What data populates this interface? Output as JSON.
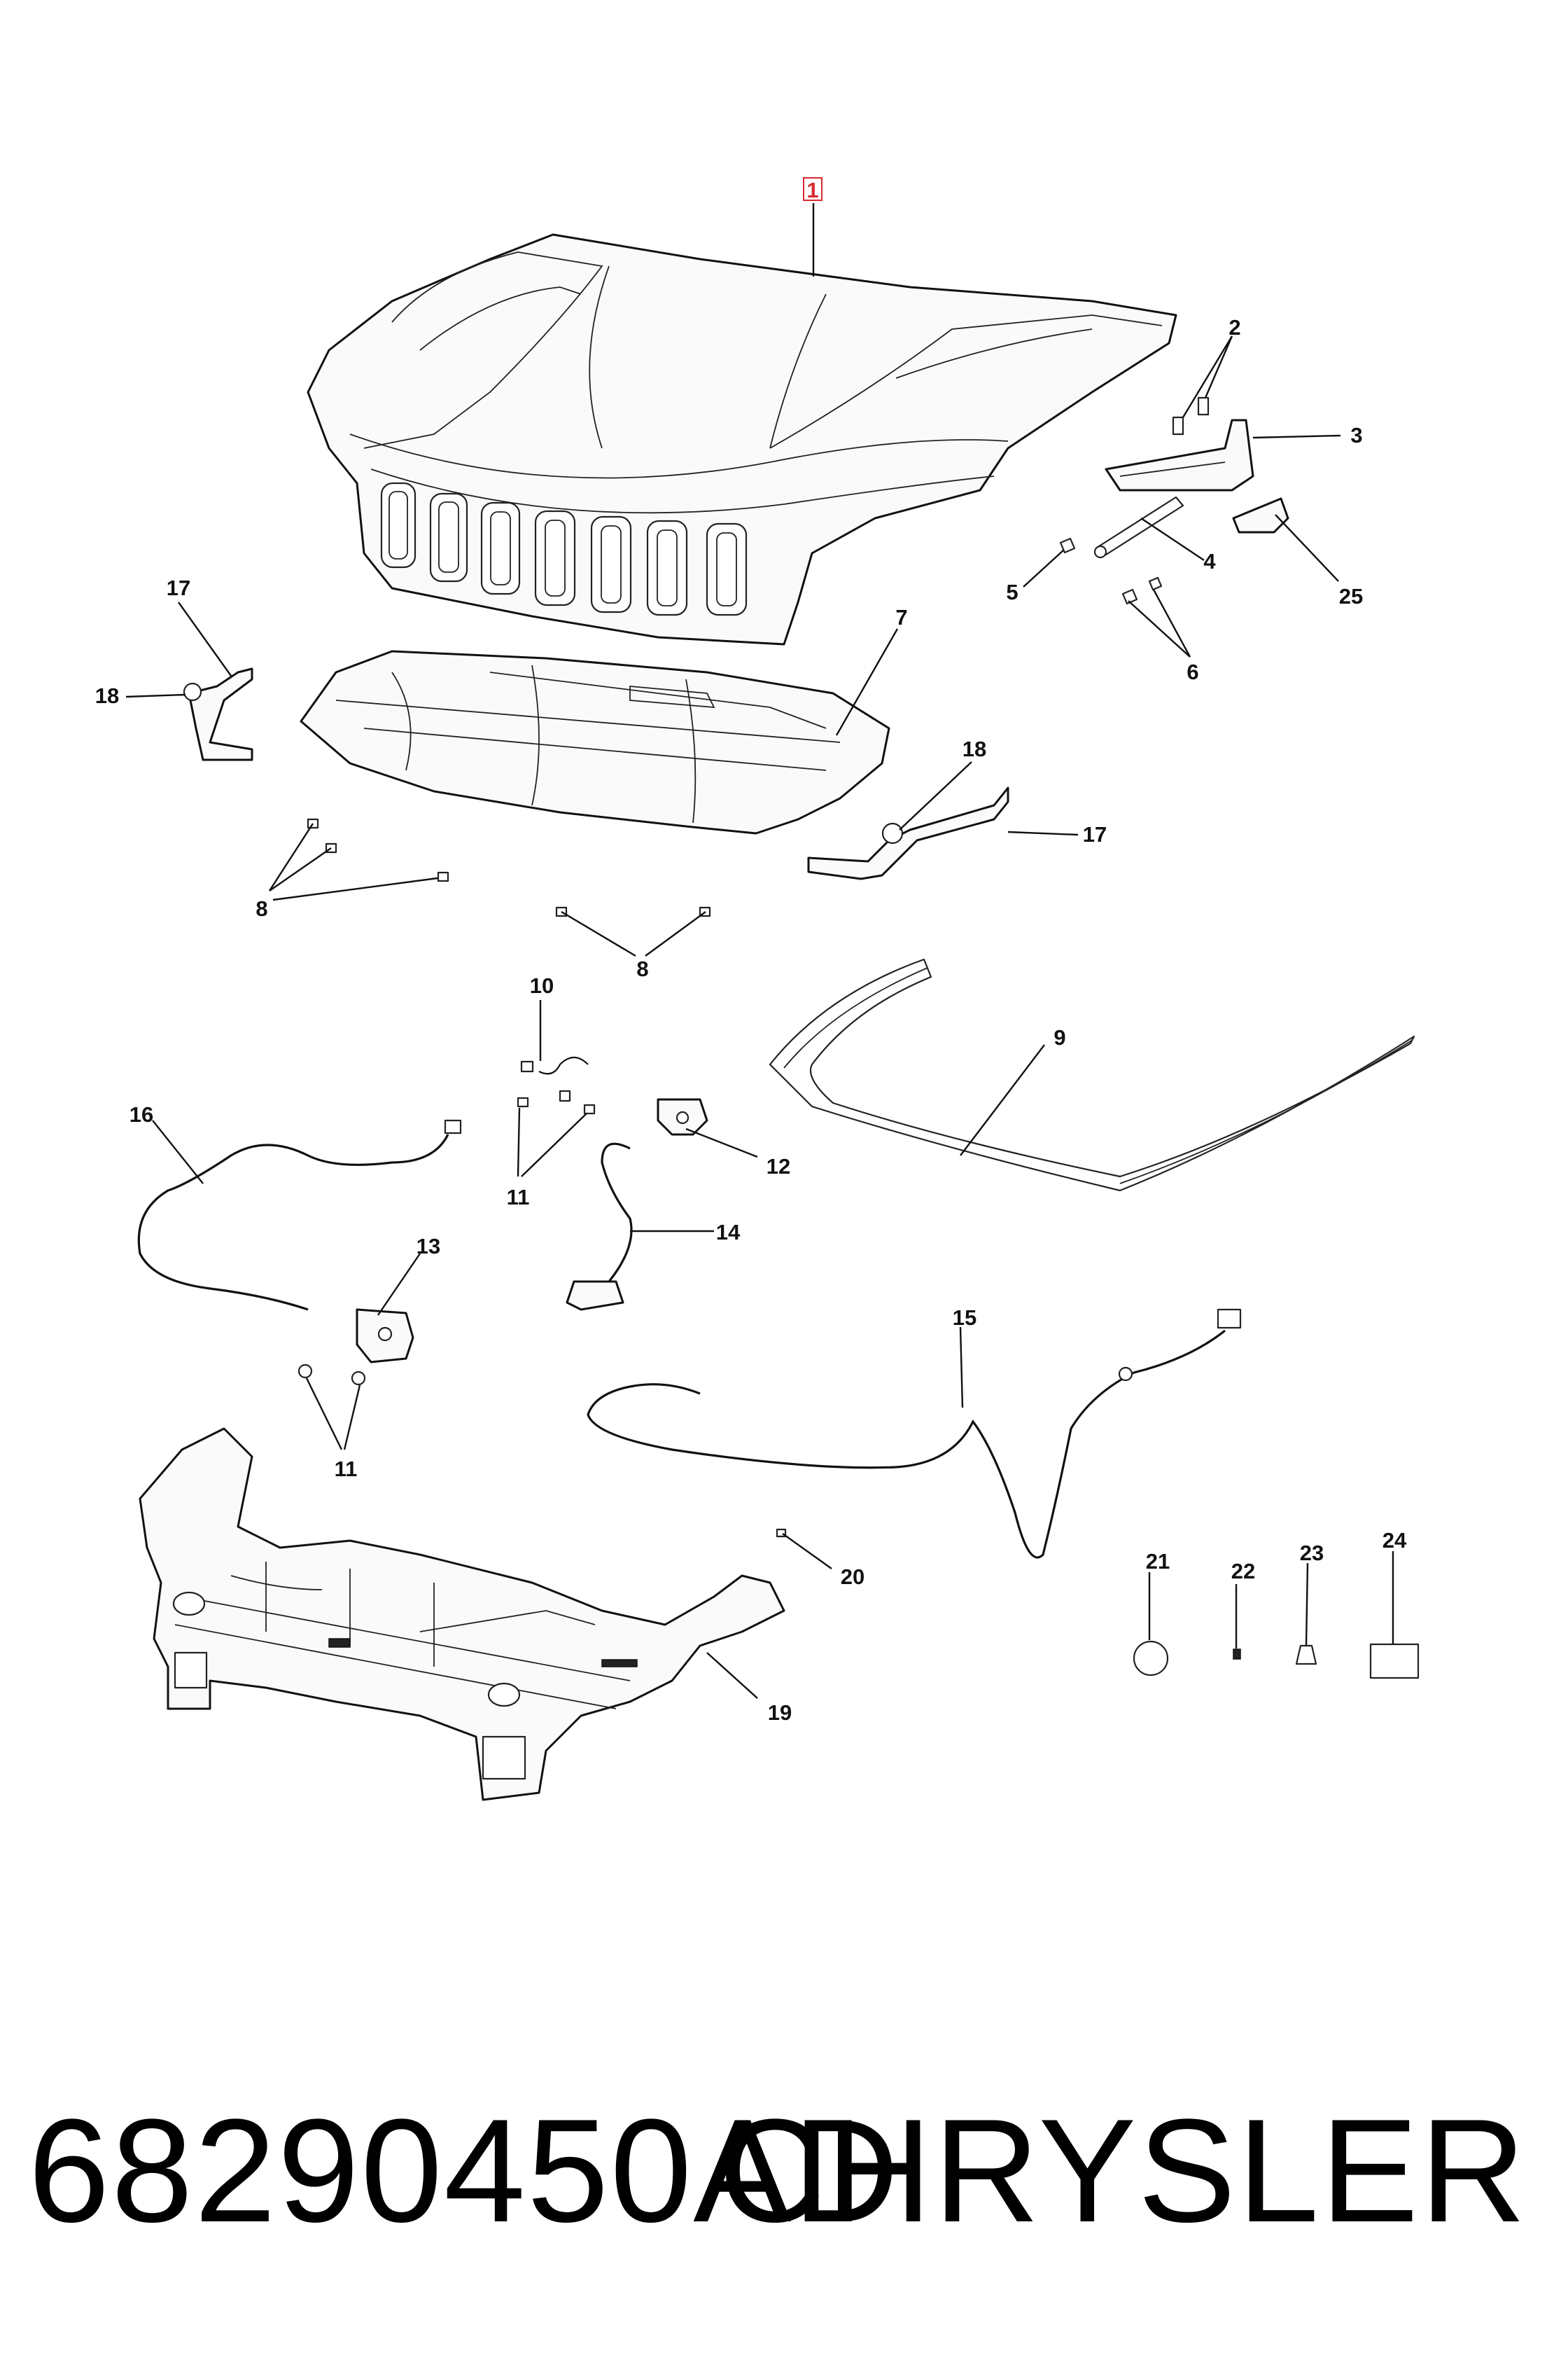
{
  "footer": {
    "part_number": "68290450AD",
    "brand": "CHRYSLER"
  },
  "callouts": {
    "c1": "1",
    "c2": "2",
    "c3": "3",
    "c4": "4",
    "c5": "5",
    "c6": "6",
    "c7": "7",
    "c8a": "8",
    "c8b": "8",
    "c9": "9",
    "c10": "10",
    "c11a": "11",
    "c11b": "11",
    "c12": "12",
    "c13": "13",
    "c14": "14",
    "c15": "15",
    "c16": "16",
    "c17a": "17",
    "c17b": "17",
    "c18a": "18",
    "c18b": "18",
    "c19": "19",
    "c20": "20",
    "c21": "21",
    "c22": "22",
    "c23": "23",
    "c24": "24",
    "c25": "25"
  },
  "colors": {
    "highlight": "#d9292f",
    "line": "#111111",
    "background": "#ffffff"
  }
}
